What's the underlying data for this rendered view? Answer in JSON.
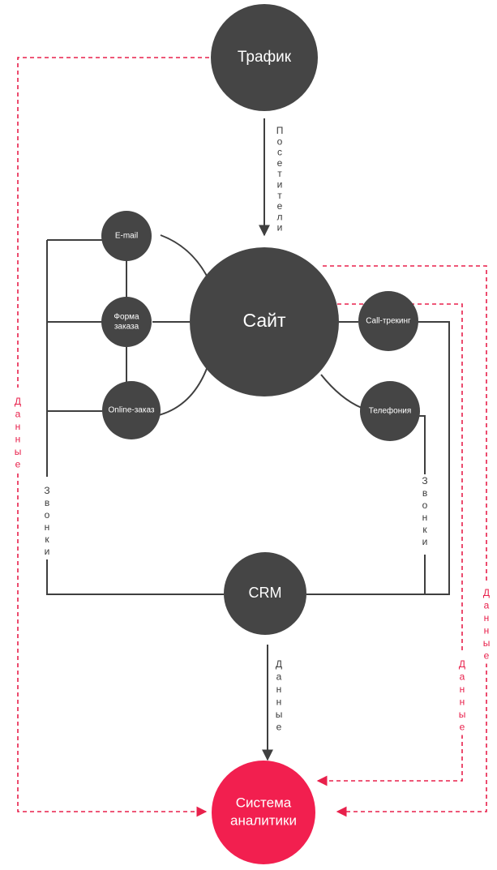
{
  "colors": {
    "node_dark": "#454545",
    "node_accent": "#f21f4f",
    "line_dark": "#3f3f3f",
    "line_accent": "#e8204b"
  },
  "nodes": {
    "traffic": "Трафик",
    "site": "Сайт",
    "email": "E-mail",
    "order_form": [
      "Форма",
      "заказа"
    ],
    "online_order": "Online-заказ",
    "call_tracking": "Call-трекинг",
    "telephony": "Телефония",
    "crm": "CRM",
    "analytics": [
      "Система",
      "аналитики"
    ]
  },
  "edge_labels": {
    "visitors": "Посетители",
    "calls_left": "Звонки",
    "calls_right": "Звонки",
    "data_crm": "Данные",
    "data_left": "Данные",
    "data_right_outer": "Данные",
    "data_right_inner": "Данные"
  }
}
